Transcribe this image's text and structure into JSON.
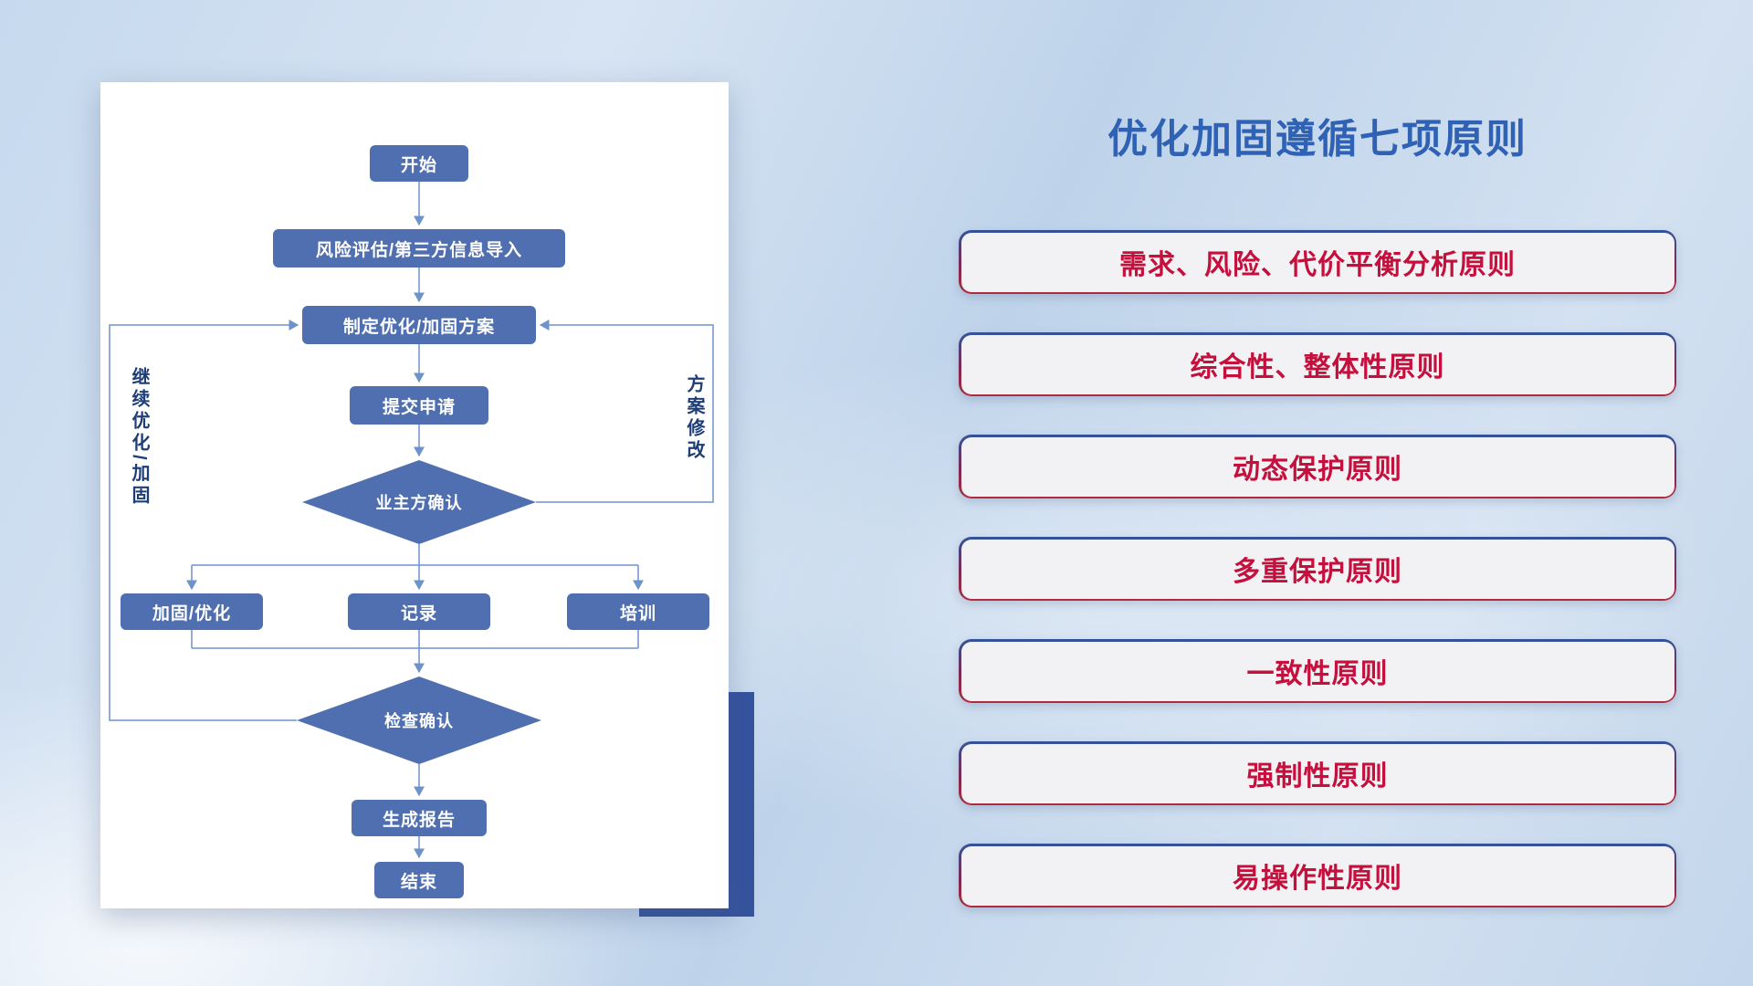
{
  "colors": {
    "node_fill": "#4f6fb0",
    "connector": "#6e93cb",
    "loop_label_text": "#1e3e77",
    "panel_title": "#2f62b5",
    "principle_text": "#c50f3c",
    "accent_block": "#35539e",
    "background_base": "#c6d9ee",
    "card_background": "#ffffff"
  },
  "flowchart": {
    "nodes": {
      "start": "开始",
      "risk_import": "风险评估/第三方信息导入",
      "plan": "制定优化/加固方案",
      "submit": "提交申请",
      "owner_confirm": "业主方确认",
      "reinforce": "加固/优化",
      "record": "记录",
      "training": "培训",
      "check_confirm": "检查确认",
      "report": "生成报告",
      "end": "结束"
    },
    "loop_labels": {
      "continue_left": "继续优化/加固",
      "revise_right": "方案修改"
    },
    "edges": [
      {
        "from": "start",
        "to": "risk_import"
      },
      {
        "from": "risk_import",
        "to": "plan"
      },
      {
        "from": "plan",
        "to": "submit"
      },
      {
        "from": "submit",
        "to": "owner_confirm"
      },
      {
        "from": "owner_confirm",
        "to": "plan",
        "label": "方案修改"
      },
      {
        "from": "owner_confirm",
        "to": "reinforce"
      },
      {
        "from": "owner_confirm",
        "to": "record"
      },
      {
        "from": "owner_confirm",
        "to": "training"
      },
      {
        "from": "reinforce",
        "to": "check_confirm"
      },
      {
        "from": "record",
        "to": "check_confirm"
      },
      {
        "from": "training",
        "to": "check_confirm"
      },
      {
        "from": "check_confirm",
        "to": "plan",
        "label": "继续优化/加固"
      },
      {
        "from": "check_confirm",
        "to": "report"
      },
      {
        "from": "report",
        "to": "end"
      }
    ]
  },
  "right_panel": {
    "title": "优化加固遵循七项原则",
    "principles": [
      "需求、风险、代价平衡分析原则",
      "综合性、整体性原则",
      "动态保护原则",
      "多重保护原则",
      "一致性原则",
      "强制性原则",
      "易操作性原则"
    ]
  }
}
